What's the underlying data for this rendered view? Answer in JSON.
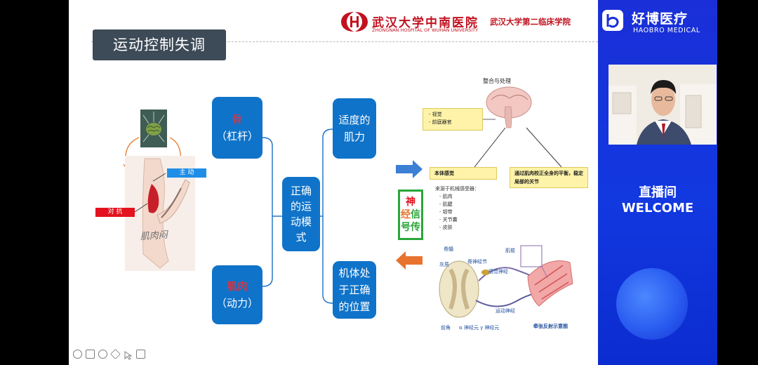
{
  "slide": {
    "title": "运动控制失调",
    "hospital": {
      "name_cn": "武汉大学中南医院",
      "name_en": "ZHONGNAN HOSPITAL OF WUHAN UNIVERSITY",
      "sub": "武汉大学第二临床学院"
    },
    "arm": {
      "active_label": "主 动",
      "antagonist_label": "对 抗"
    },
    "boxes": {
      "bone_title": "骨",
      "bone_sub": "（杠杆）",
      "muscle_title": "肌肉",
      "muscle_sub": "（动力）",
      "center_line1": "正确",
      "center_line2": "的运",
      "center_line3": "动模",
      "center_line4": "式",
      "strength_line1": "适度的",
      "strength_line2": "肌力",
      "position_line1": "机体处",
      "position_line2": "于正确",
      "position_line3": "的位置"
    },
    "nerve": {
      "c1": "神",
      "c2": "经",
      "c3": "信",
      "c4": "号传"
    },
    "brain_diagram": {
      "top_label": "整合与处理",
      "senses_1": "- 视觉",
      "senses_2": "- 前庭器官",
      "proprio": "本体感觉",
      "balance": "通过肌肉校正全身的平衡，稳定局部的关节",
      "source_title": "来源于机械感受器：",
      "sources": [
        "- 肌肉",
        "- 肌腱",
        "- 韧带",
        "- 关节囊",
        "- 皮肤"
      ]
    },
    "reflex_diagram": {
      "spinal_cord": "脊髓",
      "gray": "灰质",
      "ganglion": "脊神经节",
      "sensory": "感觉神经",
      "spindle": "肌梭",
      "motor": "运动神经",
      "anterior": "前角",
      "alpha": "α 神经元",
      "gamma": "γ 神经元",
      "caption": "牵张反射示意图"
    }
  },
  "side": {
    "brand_cn": "好博医疗",
    "brand_en": "HAOBRO MEDICAL",
    "room_cn": "直播间",
    "welcome": "WELCOME"
  },
  "toolbar": [
    "pen-icon",
    "save-icon",
    "palette-icon",
    "eraser-icon",
    "pointer-icon",
    "camera-icon"
  ]
}
